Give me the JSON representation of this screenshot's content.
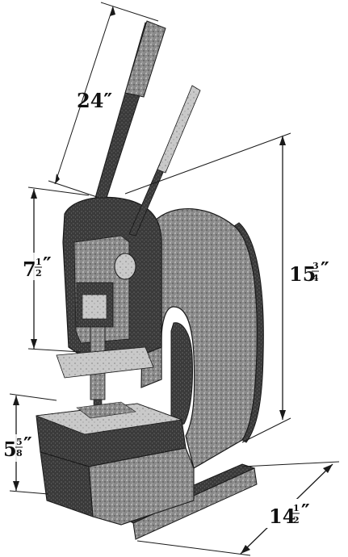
{
  "dimensions": {
    "handle_length": {
      "whole": "24",
      "unit": "″"
    },
    "throat_depth": {
      "whole": "7",
      "num": "1",
      "den": "2",
      "unit": "″"
    },
    "overall_height": {
      "whole": "15",
      "num": "3",
      "den": "4",
      "unit": "″"
    },
    "table_height": {
      "whole": "5",
      "num": "5",
      "den": "8",
      "unit": "″"
    },
    "base_width": {
      "whole": "14",
      "num": "1",
      "den": "2",
      "unit": "″"
    }
  },
  "colors": {
    "ink": "#1a1a1a",
    "frame_dark": "#2b2b2b",
    "frame_mid": "#6a6a6a",
    "frame_light": "#bdbdbd",
    "paper": "#ffffff"
  },
  "icons": [
    "punch-press-machine"
  ]
}
